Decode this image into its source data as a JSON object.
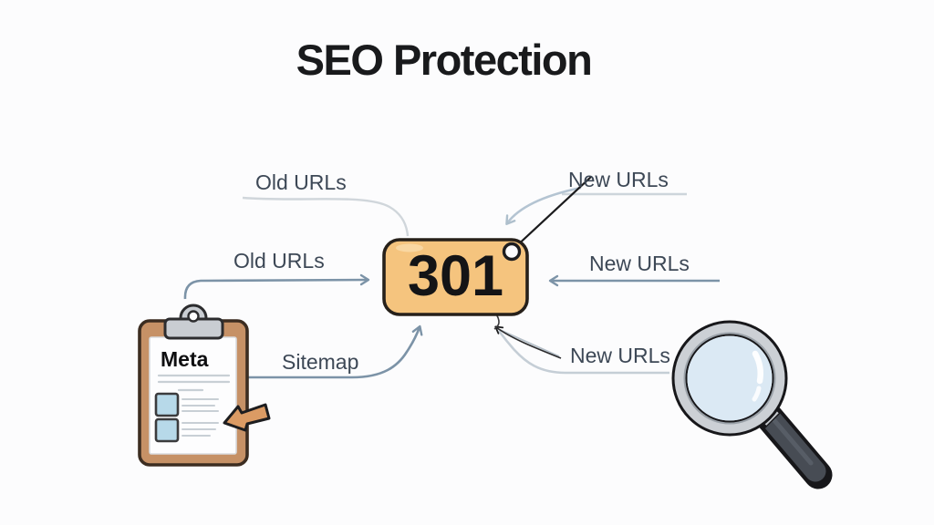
{
  "title": "SEO Protection",
  "tag": {
    "code": "301"
  },
  "labels": {
    "old_urls_top": "Old URLs",
    "old_urls_mid": "Old URLs",
    "new_urls_top": "New URLs",
    "new_urls_mid": "New URLs",
    "new_urls_bottom": "New URLs",
    "sitemap": "Sitemap"
  },
  "clipboard": {
    "heading": "Meta"
  },
  "icons": {
    "tag": "price-tag-301",
    "clipboard": "clipboard-checklist",
    "magnifier": "magnifying-glass",
    "clipboard_pointer": "orange-arrow"
  },
  "colors": {
    "background": "#fcfcfd",
    "title_text": "#191a1c",
    "label_text": "#3d4856",
    "tag_fill": "#f5c47e",
    "tag_border": "#26201a",
    "arrow_steel": "#7c93a7",
    "arrow_light": "#c9d2d9",
    "string_black": "#1b1b1d",
    "clipboard_frame": "#c69166",
    "clipboard_clip": "#c9cdd2",
    "checkbox_fill": "#b7d9e9",
    "lens_fill": "#dbe9f4",
    "rim_silver": "#ccd0d5",
    "handle_fill": "#474c54",
    "meta_arrow_fill": "#db9b64"
  }
}
